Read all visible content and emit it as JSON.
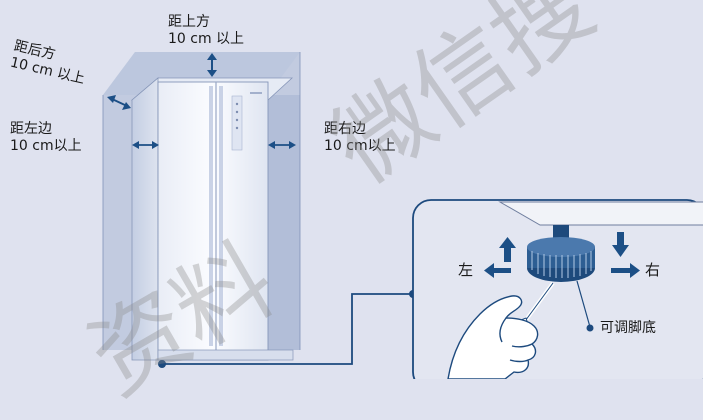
{
  "labels": {
    "top_clearance": {
      "line1": "距上方",
      "line2": "10 cm 以上"
    },
    "back_clearance": {
      "line1": "距后方",
      "line2": "10 cm 以上"
    },
    "left_clearance": {
      "line1": "距左边",
      "line2": "10 cm以上"
    },
    "right_clearance": {
      "line1": "距右边",
      "line2": "10 cm以上"
    },
    "direction_left": "左",
    "direction_right": "右",
    "adjustable_foot": "可调脚底"
  },
  "watermark": {
    "text_1": "微信搜",
    "text_2": "资料"
  },
  "colors": {
    "background": "#dfe2ef",
    "clearance_box": "#a9b8d3",
    "arrow_blue": "#1c4f86",
    "line_navy": "#1d4a7e",
    "foot_blue": "#2d5e93",
    "fridge_body": "#f4f6fb",
    "fridge_edge": "#8696b8"
  },
  "icons": [
    "fridge-illustration",
    "hand-icon",
    "screwdriver-icon",
    "arrow-up-icon",
    "arrow-down-icon",
    "arrow-left-icon",
    "arrow-right-icon"
  ]
}
